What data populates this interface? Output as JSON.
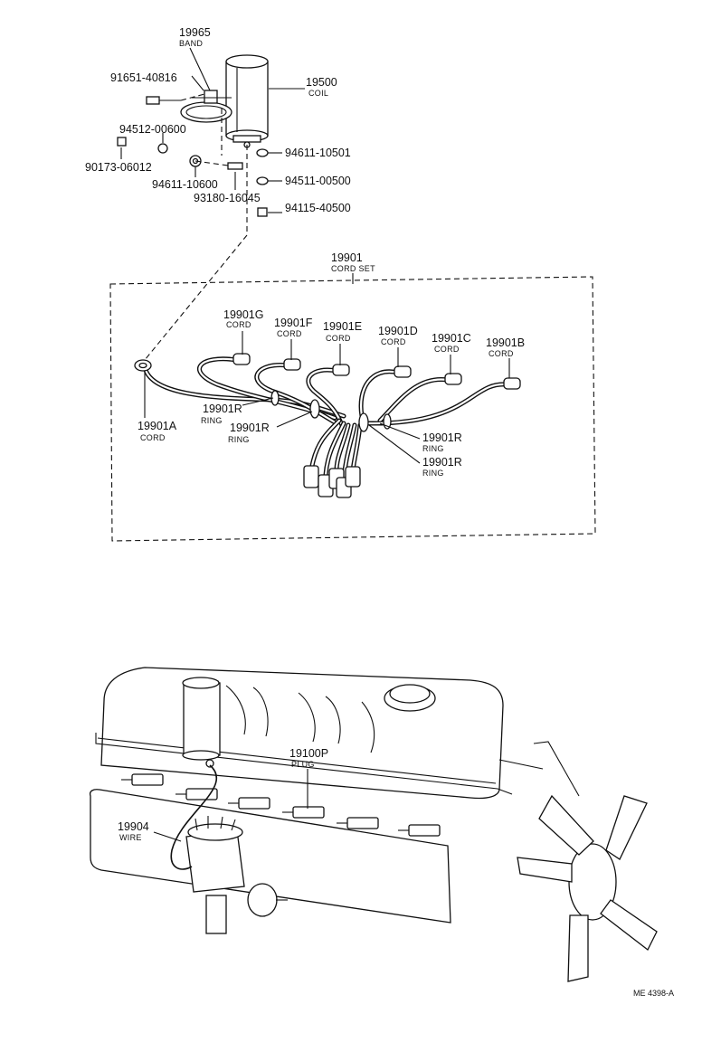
{
  "callouts": {
    "band": {
      "pn": "19965",
      "desc": "BAND"
    },
    "bolt_band": {
      "pn": "91651-40816"
    },
    "coil": {
      "pn": "19500",
      "desc": "COIL"
    },
    "nut_9451200600": {
      "pn": "94512-00600"
    },
    "nut_9017306012": {
      "pn": "90173-06012"
    },
    "washer_9461110600": {
      "pn": "94611-10600"
    },
    "screw_9318016045": {
      "pn": "93180-16045"
    },
    "washer_9461110501": {
      "pn": "94611-10501"
    },
    "washer_9451100500": {
      "pn": "94511-00500"
    },
    "nut_9411540500": {
      "pn": "94115-40500"
    },
    "cord_set": {
      "pn": "19901",
      "desc": "CORD SET"
    },
    "cord_g": {
      "pn": "19901G",
      "desc": "CORD"
    },
    "cord_f": {
      "pn": "19901F",
      "desc": "CORD"
    },
    "cord_e": {
      "pn": "19901E",
      "desc": "CORD"
    },
    "cord_d": {
      "pn": "19901D",
      "desc": "CORD"
    },
    "cord_c": {
      "pn": "19901C",
      "desc": "CORD"
    },
    "cord_b": {
      "pn": "19901B",
      "desc": "CORD"
    },
    "cord_a": {
      "pn": "19901A",
      "desc": "CORD"
    },
    "ring_1": {
      "pn": "19901R",
      "desc": "RING"
    },
    "ring_2": {
      "pn": "19901R",
      "desc": "RING"
    },
    "ring_3": {
      "pn": "19901R",
      "desc": "RING"
    },
    "ring_4": {
      "pn": "19901R",
      "desc": "RING"
    },
    "plug": {
      "pn": "19100P",
      "desc": "PLUG"
    },
    "wire": {
      "pn": "19904",
      "desc": "WIRE"
    }
  },
  "figure_code": "ME 4398-A"
}
